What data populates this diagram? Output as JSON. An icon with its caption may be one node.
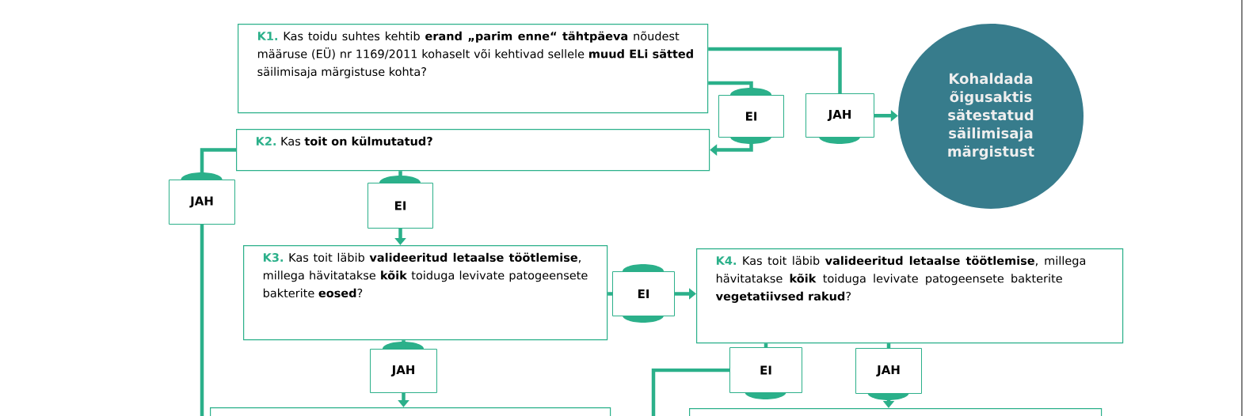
{
  "diagram": {
    "nodes": [
      {
        "text": [
          "K1.",
          "Kas toidu suhtes kehtib **erand „parim enne“ tähtpäeva** nõudest määruse (EÜ) nr 1169/2011 kohaselt või kehtivad sellele **muud ELi sätted** säilimisaja märgistuse kohta?"
        ]
      },
      {
        "text": [
          "K2.",
          "Kas **toit on külmutatud?**"
        ]
      },
      {
        "text": [
          "EI"
        ]
      },
      {
        "text": [
          "JAH"
        ]
      },
      {
        "text": [
          "Kohaldada õigusaktis sätestatud säilimisaja märgistust"
        ]
      },
      {
        "text": [
          "JAH"
        ]
      },
      {
        "text": [
          "EI"
        ]
      },
      {
        "text": [
          "K3.",
          "Kas toit läbib **valideeritud letaalse töötlemise**, millega hävitatakse **kõik** toiduga levivate patogeensete bakterite **eosed**?"
        ]
      },
      {
        "text": [
          "EI"
        ]
      },
      {
        "text": [
          "K4.",
          "Kas toit läbib **valideeritud letaalse töötlemise**, millega hävitatakse **kõik** toiduga levivate patogeensete bakterite **vegetatiivsed rakud**?"
        ]
      },
      {
        "text": [
          "JAH"
        ]
      },
      {
        "text": [
          "EI"
        ]
      },
      {
        "text": [
          "JAH"
        ]
      },
      {
        "text": [],
        "shape": "box"
      },
      {
        "text": [],
        "shape": "box"
      }
    ],
    "edges": [
      {
        "from": 0,
        "to": 2,
        "arrow": "none"
      },
      {
        "from": 2,
        "to": 1,
        "arrow": "to"
      },
      {
        "from": 0,
        "to": 3,
        "arrow": "none"
      },
      {
        "from": 3,
        "to": 4,
        "arrow": "to"
      },
      {
        "from": 1,
        "to": 5,
        "arrow": "none"
      },
      {
        "from": 5,
        "to": null,
        "arrow": "none"
      },
      {
        "from": 1,
        "to": 6,
        "arrow": "none"
      },
      {
        "from": 6,
        "to": 7,
        "arrow": "to"
      },
      {
        "from": 7,
        "to": 8,
        "arrow": "none"
      },
      {
        "from": 8,
        "to": 9,
        "arrow": "to"
      },
      {
        "from": 7,
        "to": 10,
        "arrow": "none"
      },
      {
        "from": 10,
        "to": 13,
        "arrow": "to"
      },
      {
        "from": 9,
        "to": 11,
        "arrow": "none"
      },
      {
        "from": 11,
        "to": null,
        "arrow": "none"
      },
      {
        "from": 9,
        "to": 12,
        "arrow": "none"
      },
      {
        "from": 12,
        "to": 14,
        "arrow": "to"
      }
    ]
  }
}
